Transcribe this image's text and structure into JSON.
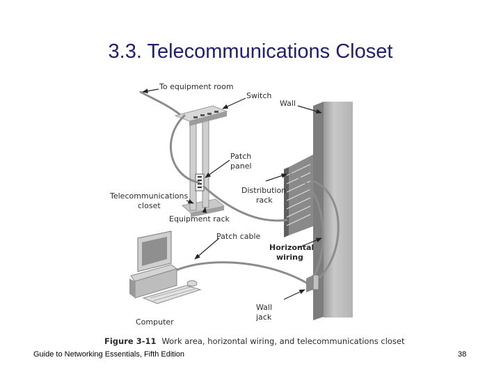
{
  "slide": {
    "title": "3.3. Telecommunications Closet",
    "footer_left": "Guide to Networking Essentials, Fifth Edition",
    "page_number": "38"
  },
  "figure": {
    "labels": {
      "to_equipment_room": "To equipment room",
      "switch": "Switch",
      "wall": "Wall",
      "patch_panel_1": "Patch",
      "patch_panel_2": "panel",
      "distribution_rack_1": "Distribution",
      "distribution_rack_2": "rack",
      "telecom_closet_1": "Telecommunications",
      "telecom_closet_2": "closet",
      "equipment_rack": "Equipment rack",
      "patch_cable": "Patch cable",
      "horizontal_wiring_1": "Horizontal",
      "horizontal_wiring_2": "wiring",
      "wall_jack_1": "Wall",
      "wall_jack_2": "jack",
      "computer": "Computer"
    },
    "caption_number": "Figure 3-11",
    "caption_text": "Work area, horizontal wiring, and telecommunications closet"
  }
}
